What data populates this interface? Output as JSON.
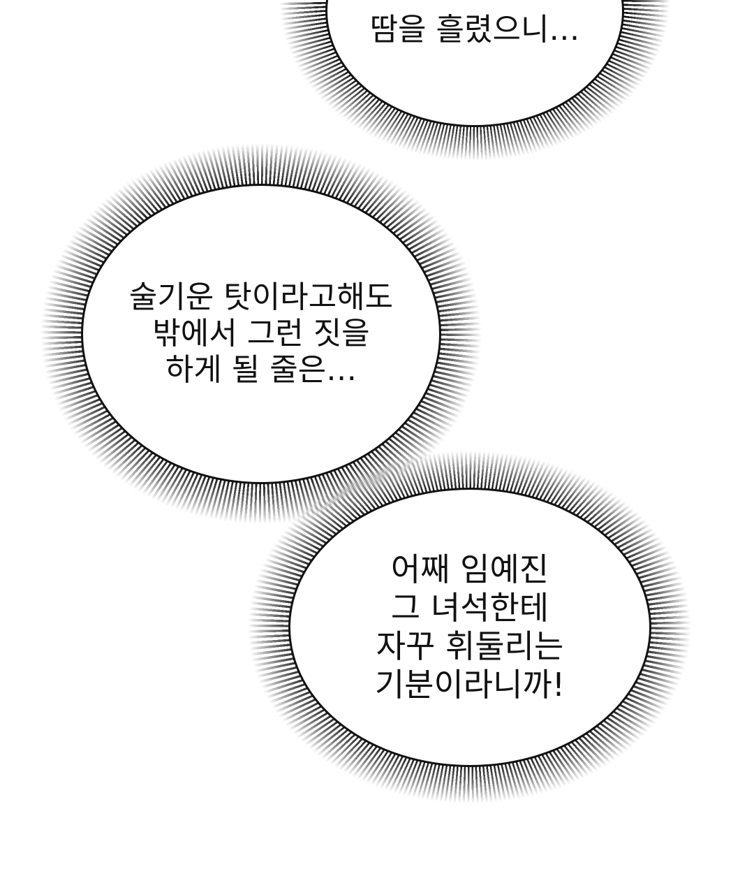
{
  "bubbles": [
    {
      "text": "땀을 흘렸으니…"
    },
    {
      "text": "술기운 탓이라고해도\n밖에서 그런 짓을\n하게 될 줄은…"
    },
    {
      "text": "어째 임예진\n그 녀석한테\n자꾸 휘둘리는\n기분이라니까!"
    }
  ]
}
